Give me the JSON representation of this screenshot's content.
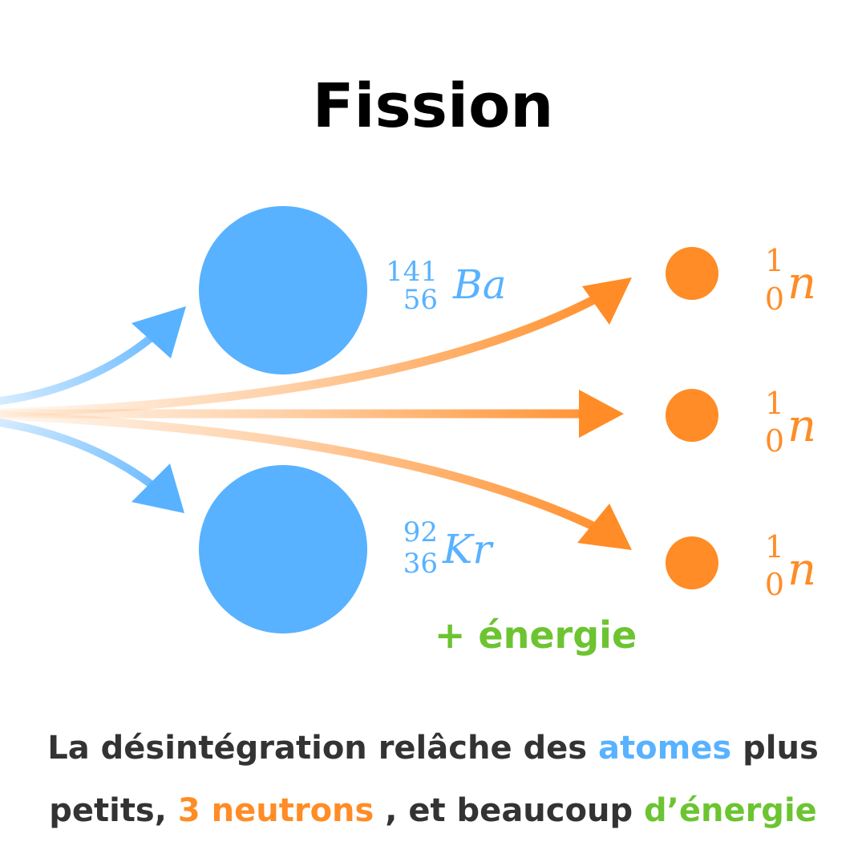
{
  "title": "Fission",
  "colors": {
    "blue": "#58B2FF",
    "orange": "#FF8C26",
    "green": "#6CC431",
    "text": "#333333",
    "title": "#000000"
  },
  "products": {
    "barium": {
      "mass": "141",
      "atomic": "56",
      "symbol": "Ba"
    },
    "krypton": {
      "mass": "92",
      "atomic": "36",
      "symbol": "Kr"
    }
  },
  "neutron": {
    "mass": "1",
    "atomic": "0",
    "symbol": "n"
  },
  "energy_label": "+ énergie",
  "caption": {
    "line1": {
      "part1": "La désintégration relâche des ",
      "highlight": "atomes",
      "part2": " plus"
    },
    "line2": {
      "part1": "petits, ",
      "highlight": "3 neutrons",
      "part2": " , et beaucoup ",
      "energy": "d’énergie"
    }
  }
}
